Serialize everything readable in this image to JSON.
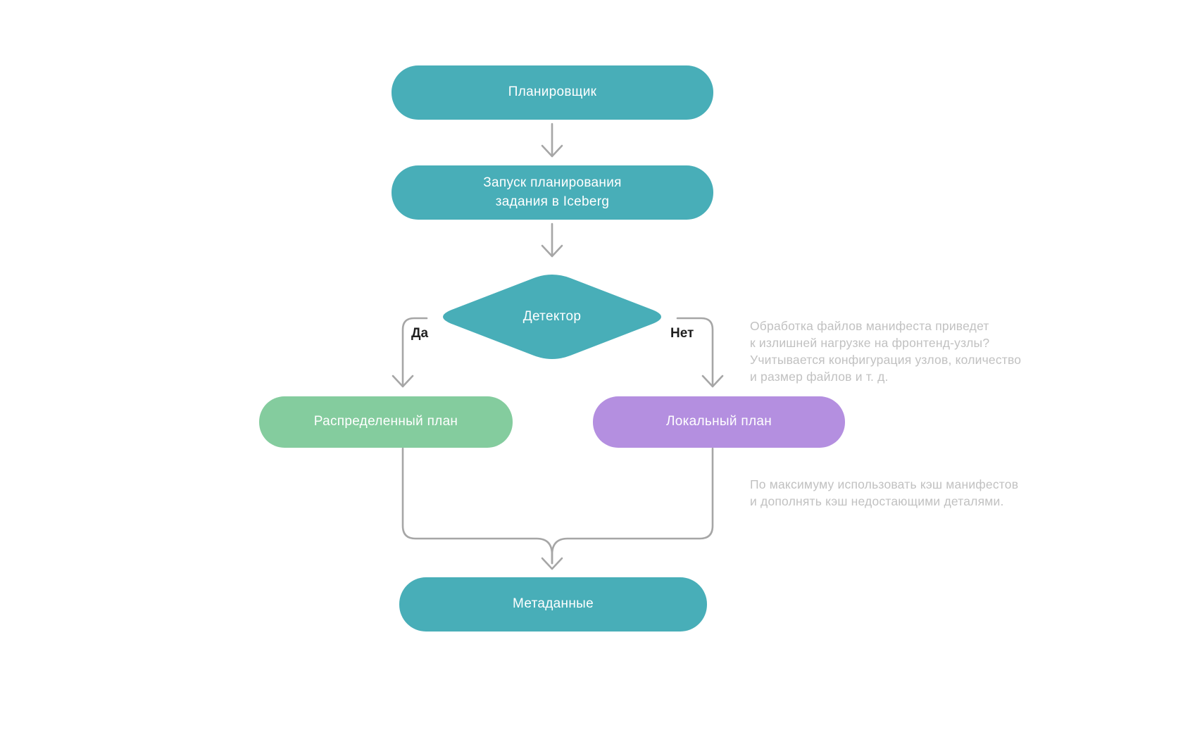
{
  "colors": {
    "teal": "#48AEB8",
    "green": "#84CC9E",
    "purple": "#B48FE0",
    "connector": "#A6A6A6",
    "branch_label": "#1F1F1F",
    "annotation": "#C1C1C1",
    "node_text": "#FFFFFF",
    "background": "#FFFFFF"
  },
  "diagram": {
    "type": "flowchart",
    "nodes": {
      "planner": {
        "label": "Планировщик",
        "shape": "rounded-rect",
        "color": "teal"
      },
      "start_planning": {
        "label": "Запуск планирования задания в Iceberg",
        "lines": [
          "Запуск планирования",
          "задания в Iceberg"
        ],
        "shape": "rounded-rect",
        "color": "teal"
      },
      "detector": {
        "label": "Детектор",
        "shape": "diamond",
        "color": "teal"
      },
      "distributed_plan": {
        "label": "Распределенный план",
        "shape": "rounded-rect",
        "color": "green"
      },
      "local_plan": {
        "label": "Локальный план",
        "shape": "rounded-rect",
        "color": "purple"
      },
      "metadata": {
        "label": "Метаданные",
        "shape": "rounded-rect",
        "color": "teal"
      }
    },
    "branches": {
      "yes_label": "Да",
      "no_label": "Нет"
    },
    "edges": [
      {
        "from": "planner",
        "to": "start_planning"
      },
      {
        "from": "start_planning",
        "to": "detector"
      },
      {
        "from": "detector",
        "to": "distributed_plan",
        "label": "Да"
      },
      {
        "from": "detector",
        "to": "local_plan",
        "label": "Нет"
      },
      {
        "from": "distributed_plan",
        "to": "metadata"
      },
      {
        "from": "local_plan",
        "to": "metadata"
      }
    ],
    "annotations": {
      "detector_note": {
        "lines": [
          "Обработка файлов манифеста приведет",
          "к излишней нагрузке на фронтенд-узлы?",
          "Учитывается конфигурация узлов, количество",
          "и размер файлов и т. д."
        ]
      },
      "cache_note": {
        "lines": [
          "По максимуму использовать кэш манифестов",
          "и дополнять кэш недостающими деталями."
        ]
      }
    }
  }
}
